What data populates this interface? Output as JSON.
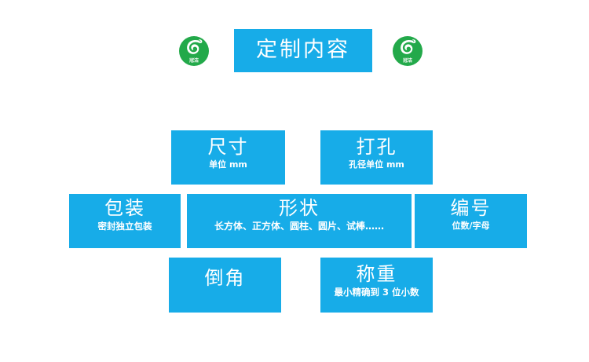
{
  "page": {
    "background_color": "#ffffff",
    "accent_color": "#17ace8",
    "brand_color": "#23a94a"
  },
  "brand": {
    "logo_left": {
      "icon": "brand-logo-circle",
      "glyph": "6",
      "text": "冠洁"
    },
    "logo_right": {
      "icon": "brand-logo-circle",
      "glyph": "6",
      "text": "冠洁"
    }
  },
  "header": {
    "title": "定制内容"
  },
  "boxes": [
    {
      "id": "size",
      "title": "尺寸",
      "subtitle": "单位 mm"
    },
    {
      "id": "drill",
      "title": "打孔",
      "subtitle": "孔径单位 mm"
    },
    {
      "id": "packaging",
      "title": "包装",
      "subtitle": "密封独立包装"
    },
    {
      "id": "shape",
      "title": "形状",
      "subtitle": "长方体、正方体、圆柱、圆片、试棒……"
    },
    {
      "id": "number",
      "title": "编号",
      "subtitle": "位数/字母"
    },
    {
      "id": "chamfer",
      "title": "倒角",
      "subtitle": ""
    },
    {
      "id": "weighing",
      "title": "称重",
      "subtitle": "最小精确到 3 位小数"
    }
  ]
}
